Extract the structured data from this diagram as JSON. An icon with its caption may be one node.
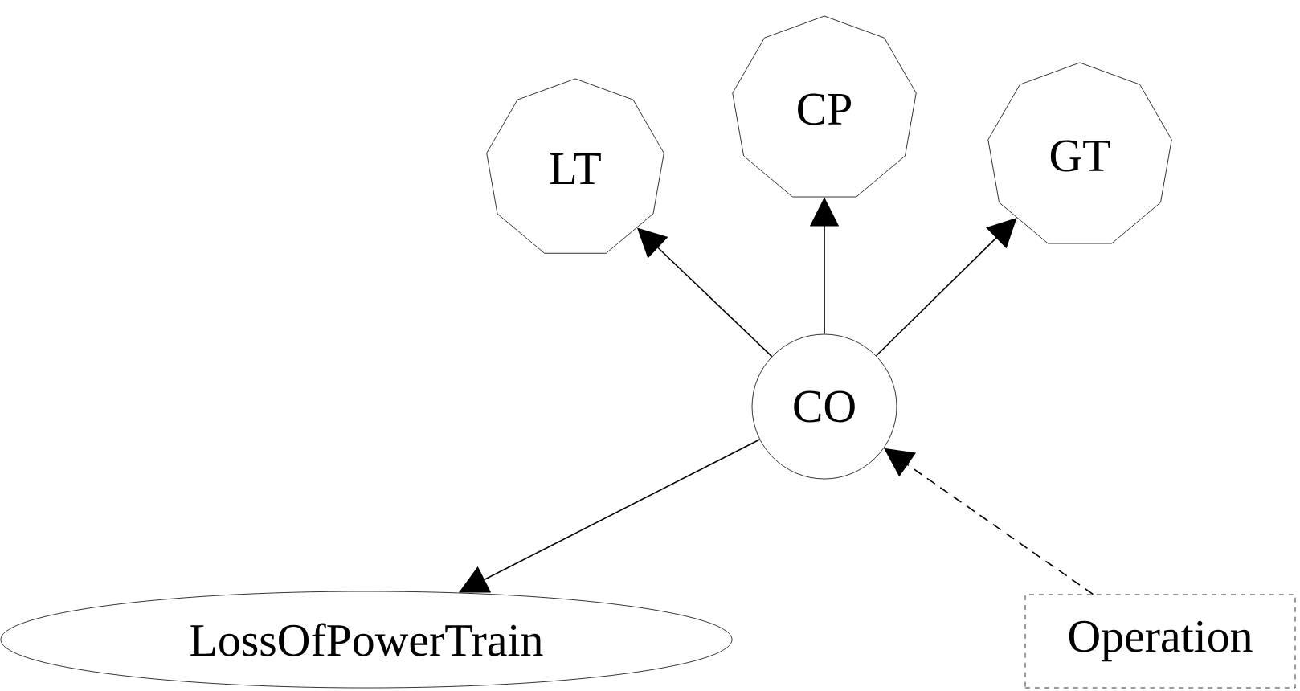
{
  "diagram": {
    "nodes": [
      {
        "text": [
          "LT"
        ]
      },
      {
        "text": [
          "CP"
        ]
      },
      {
        "text": [
          "GT"
        ]
      },
      {
        "text": [
          "CO"
        ]
      },
      {
        "text": [
          "LossOfPowerTrain"
        ]
      },
      {
        "text": [
          "Operation"
        ]
      }
    ],
    "edges": [
      {
        "from": 3,
        "to": 0,
        "arrow": "to"
      },
      {
        "from": 3,
        "to": 1,
        "arrow": "to"
      },
      {
        "from": 3,
        "to": 2,
        "arrow": "to"
      },
      {
        "from": 3,
        "to": 4,
        "arrow": "to"
      },
      {
        "from": 5,
        "to": 3,
        "arrow": "to",
        "style": "dashed"
      }
    ]
  }
}
